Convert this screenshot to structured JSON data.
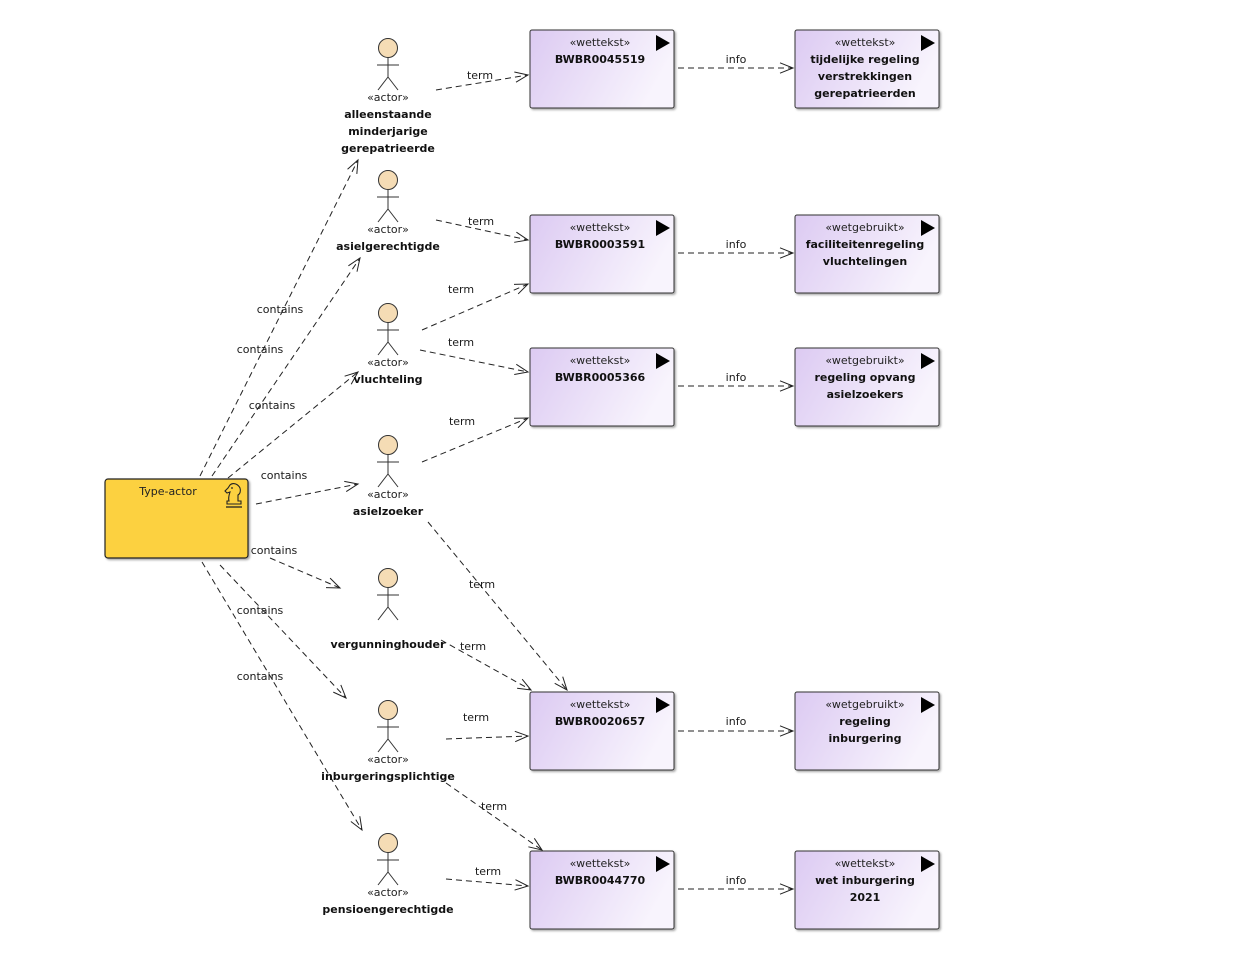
{
  "type_actor": {
    "label": "Type-actor",
    "icon": "chess-knight-icon"
  },
  "actors": [
    {
      "id": "a1",
      "stereotype": "«actor»",
      "lines": [
        "alleenstaande",
        "minderjarige",
        "gerepatrieerde"
      ]
    },
    {
      "id": "a2",
      "stereotype": "«actor»",
      "lines": [
        "asielgerechtigde"
      ]
    },
    {
      "id": "a3",
      "stereotype": "«actor»",
      "lines": [
        "vluchteling"
      ]
    },
    {
      "id": "a4",
      "stereotype": "«actor»",
      "lines": [
        "asielzoeker"
      ]
    },
    {
      "id": "a5",
      "stereotype": "",
      "lines": [
        "vergunninghouder"
      ]
    },
    {
      "id": "a6",
      "stereotype": "«actor»",
      "lines": [
        "inburgeringsplichtige"
      ]
    },
    {
      "id": "a7",
      "stereotype": "«actor»",
      "lines": [
        "pensioengerechtigde"
      ]
    }
  ],
  "documents": [
    {
      "id": "d1",
      "stereotype": "«wettekst»",
      "lines": [
        "BWBR0045519"
      ]
    },
    {
      "id": "d2",
      "stereotype": "«wettekst»",
      "lines": [
        "BWBR0003591"
      ]
    },
    {
      "id": "d3",
      "stereotype": "«wettekst»",
      "lines": [
        "BWBR0005366"
      ]
    },
    {
      "id": "d4",
      "stereotype": "«wettekst»",
      "lines": [
        "BWBR0020657"
      ]
    },
    {
      "id": "d5",
      "stereotype": "«wettekst»",
      "lines": [
        "BWBR0044770"
      ]
    },
    {
      "id": "r1",
      "stereotype": "«wettekst»",
      "lines": [
        "tijdelijke regeling",
        "verstrekkingen",
        "gerepatrieerden"
      ]
    },
    {
      "id": "r2",
      "stereotype": "«wetgebruikt»",
      "lines": [
        "faciliteitenregeling",
        "vluchtelingen"
      ]
    },
    {
      "id": "r3",
      "stereotype": "«wetgebruikt»",
      "lines": [
        "regeling opvang",
        "asielzoekers"
      ]
    },
    {
      "id": "r4",
      "stereotype": "«wetgebruikt»",
      "lines": [
        "regeling",
        "inburgering"
      ]
    },
    {
      "id": "r5",
      "stereotype": "«wettekst»",
      "lines": [
        "wet inburgering",
        "2021"
      ]
    }
  ],
  "connectors": [
    {
      "from": "type-actor",
      "to": "a1",
      "label": "contains"
    },
    {
      "from": "type-actor",
      "to": "a2",
      "label": "contains"
    },
    {
      "from": "type-actor",
      "to": "a3",
      "label": "contains"
    },
    {
      "from": "type-actor",
      "to": "a4",
      "label": "contains"
    },
    {
      "from": "type-actor",
      "to": "a5",
      "label": "contains"
    },
    {
      "from": "type-actor",
      "to": "a6",
      "label": "contains"
    },
    {
      "from": "type-actor",
      "to": "a7",
      "label": "contains"
    },
    {
      "from": "a1",
      "to": "d1",
      "label": "term"
    },
    {
      "from": "a2",
      "to": "d2",
      "label": "term"
    },
    {
      "from": "a3",
      "to": "d2",
      "label": "term"
    },
    {
      "from": "a3",
      "to": "d3",
      "label": "term"
    },
    {
      "from": "a4",
      "to": "d3",
      "label": "term"
    },
    {
      "from": "a4",
      "to": "d4",
      "label": "term"
    },
    {
      "from": "a5",
      "to": "d4",
      "label": "term"
    },
    {
      "from": "a6",
      "to": "d4",
      "label": "term"
    },
    {
      "from": "a6",
      "to": "d5",
      "label": "term"
    },
    {
      "from": "a7",
      "to": "d5",
      "label": "term"
    },
    {
      "from": "d1",
      "to": "r1",
      "label": "info"
    },
    {
      "from": "d2",
      "to": "r2",
      "label": "info"
    },
    {
      "from": "d3",
      "to": "r3",
      "label": "info"
    },
    {
      "from": "d4",
      "to": "r4",
      "label": "info"
    },
    {
      "from": "d5",
      "to": "r5",
      "label": "info"
    }
  ],
  "colors": {
    "type_actor_fill": "#fcd13f",
    "document_fill_start": "#dccaf2",
    "document_fill_end": "#f8f4fd",
    "actor_head_fill": "#f5dcb5"
  }
}
